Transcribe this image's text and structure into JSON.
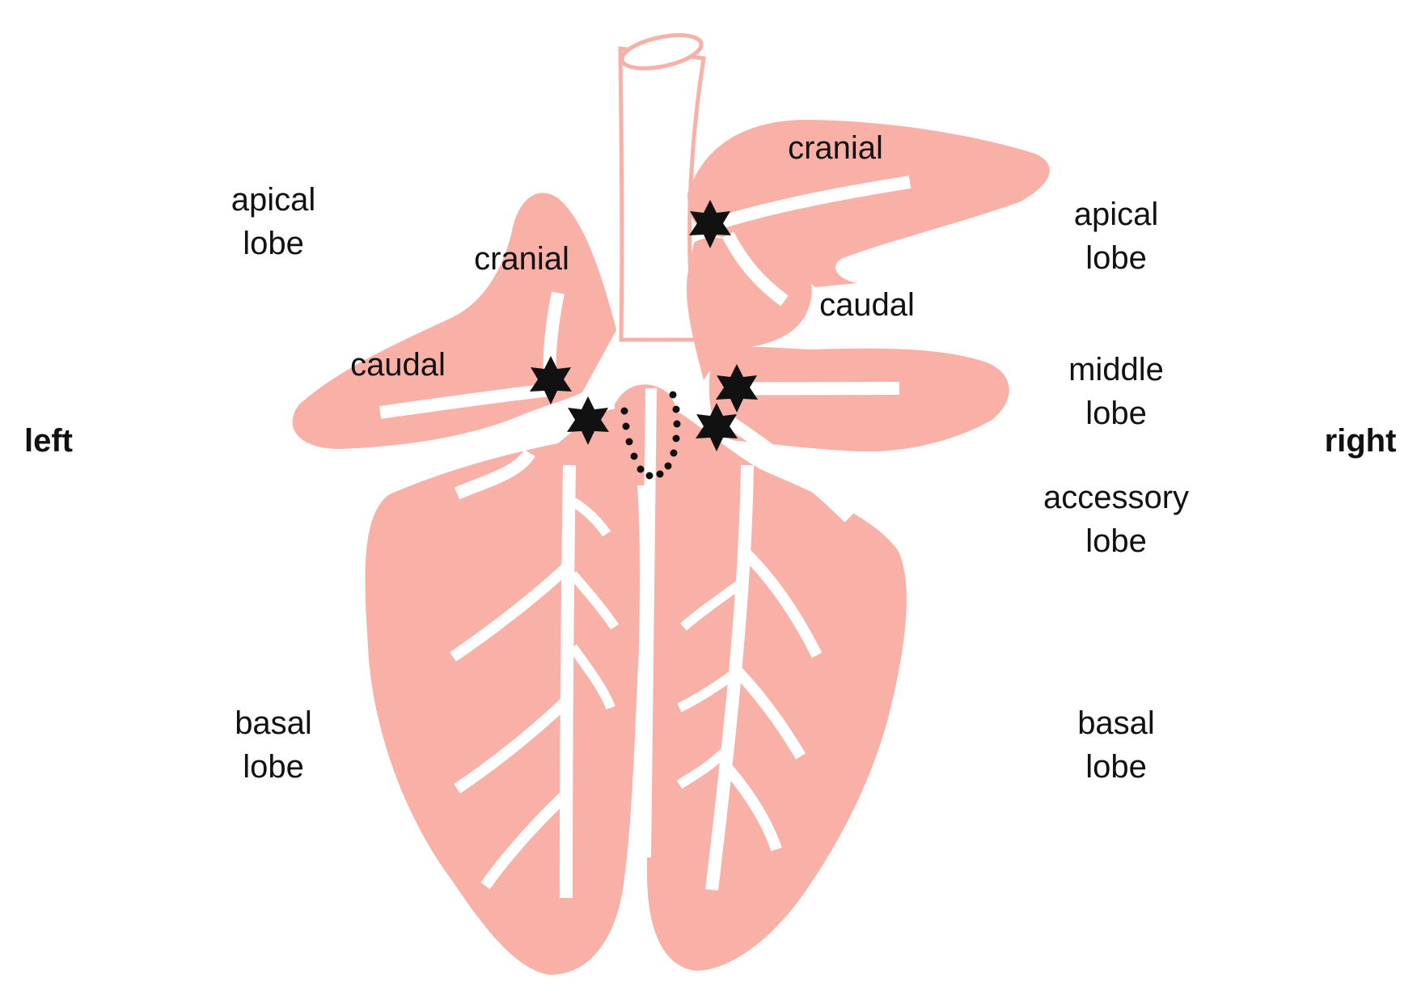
{
  "colors": {
    "lung": "#f9b0a6",
    "airway": "#ffffff",
    "marker": "#111111",
    "text": "#111111"
  },
  "sides": {
    "left": "left",
    "right": "right"
  },
  "left_lung": {
    "apical_lobe": {
      "line1": "apical",
      "line2": "lobe",
      "cranial": "cranial",
      "caudal": "caudal"
    },
    "basal_lobe": {
      "line1": "basal",
      "line2": "lobe"
    }
  },
  "right_lung": {
    "apical_lobe": {
      "line1": "apical",
      "line2": "lobe",
      "cranial": "cranial",
      "caudal": "caudal"
    },
    "middle_lobe": {
      "line1": "middle",
      "line2": "lobe"
    },
    "accessory_lobe": {
      "line1": "accessory",
      "line2": "lobe"
    },
    "basal_lobe": {
      "line1": "basal",
      "line2": "lobe"
    }
  },
  "markers": {
    "symbol": "star",
    "count": 5
  },
  "accessory_outline": "dotted"
}
